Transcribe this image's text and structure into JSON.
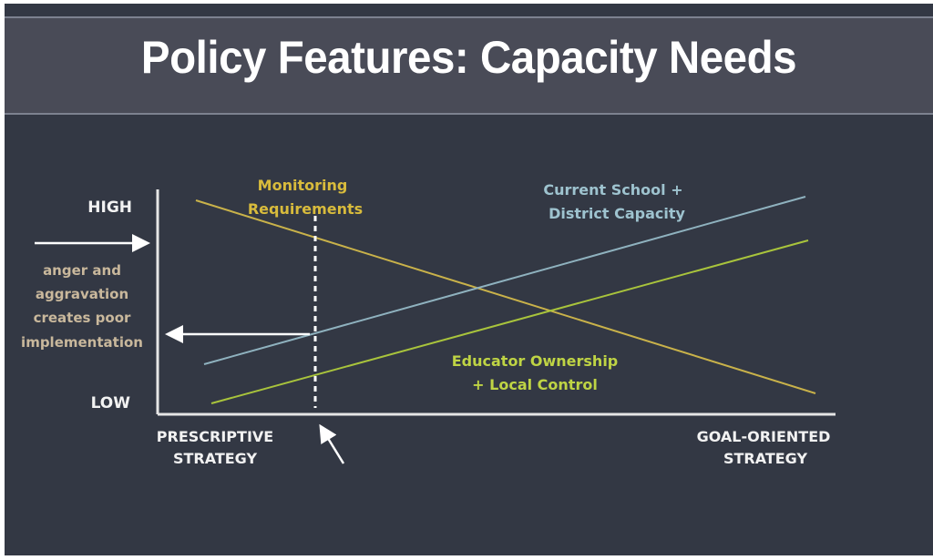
{
  "title": "Policy Features: Capacity Needs",
  "y_axis": {
    "high": "HIGH",
    "low": "LOW"
  },
  "x_axis": {
    "left": [
      "PRESCRIPTIVE",
      "STRATEGY"
    ],
    "right": [
      "GOAL-ORIENTED",
      "STRATEGY"
    ]
  },
  "annotation": [
    "anger and",
    "aggravation",
    "creates poor",
    "implementation"
  ],
  "series": [
    {
      "name": [
        "Monitoring",
        "Requirements"
      ],
      "color": "#c9b24a",
      "label_color": "#d8bb3c"
    },
    {
      "name": [
        "Current School +",
        "District Capacity"
      ],
      "color": "#8fb2bf",
      "label_color": "#9ec3cf"
    },
    {
      "name": [
        "Educator Ownership",
        "+ Local Control"
      ],
      "color": "#a9c43c",
      "label_color": "#bfd444"
    }
  ]
}
